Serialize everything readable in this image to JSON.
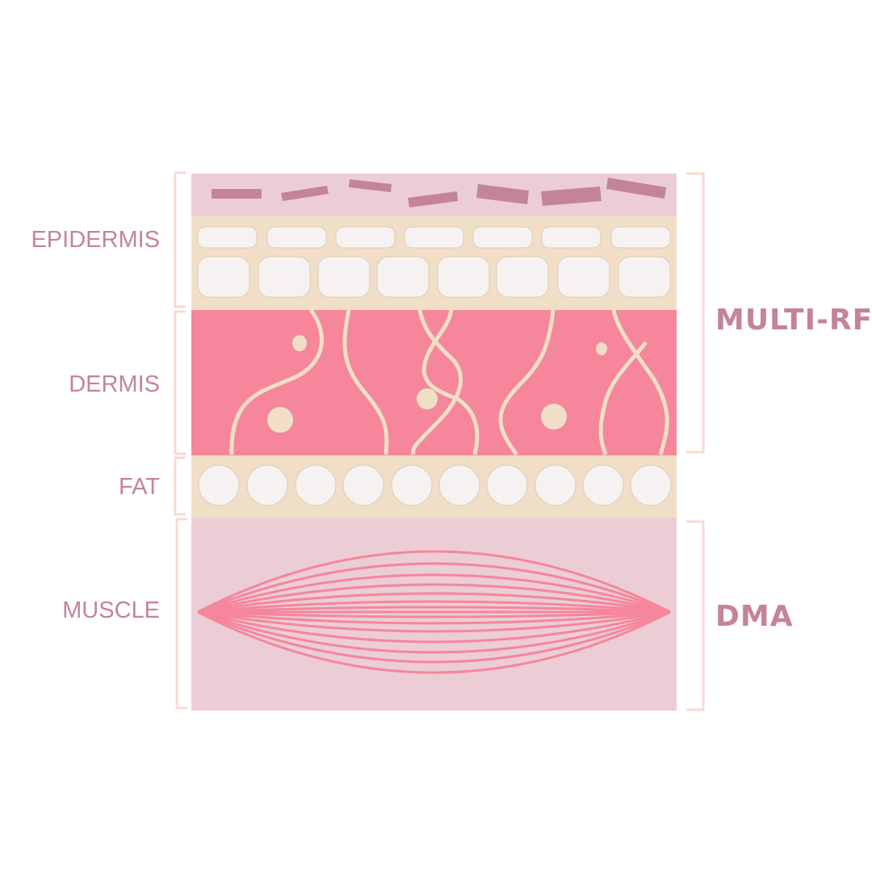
{
  "layers": {
    "epidermis": "EPIDERMIS",
    "dermis": "DERMIS",
    "fat": "FAT",
    "muscle": "MUSCLE"
  },
  "treatments": {
    "upper": "MULTI-RF",
    "lower": "DMA"
  },
  "colors": {
    "label": "#c48497",
    "stratum": "#eccdd5",
    "flake": "#c48497",
    "beige": "#f0dfc6",
    "dermis": "#f5869b",
    "cell": "#f6f2f2",
    "bracket": "#f9d9d2",
    "fiber": "#f5869b"
  }
}
